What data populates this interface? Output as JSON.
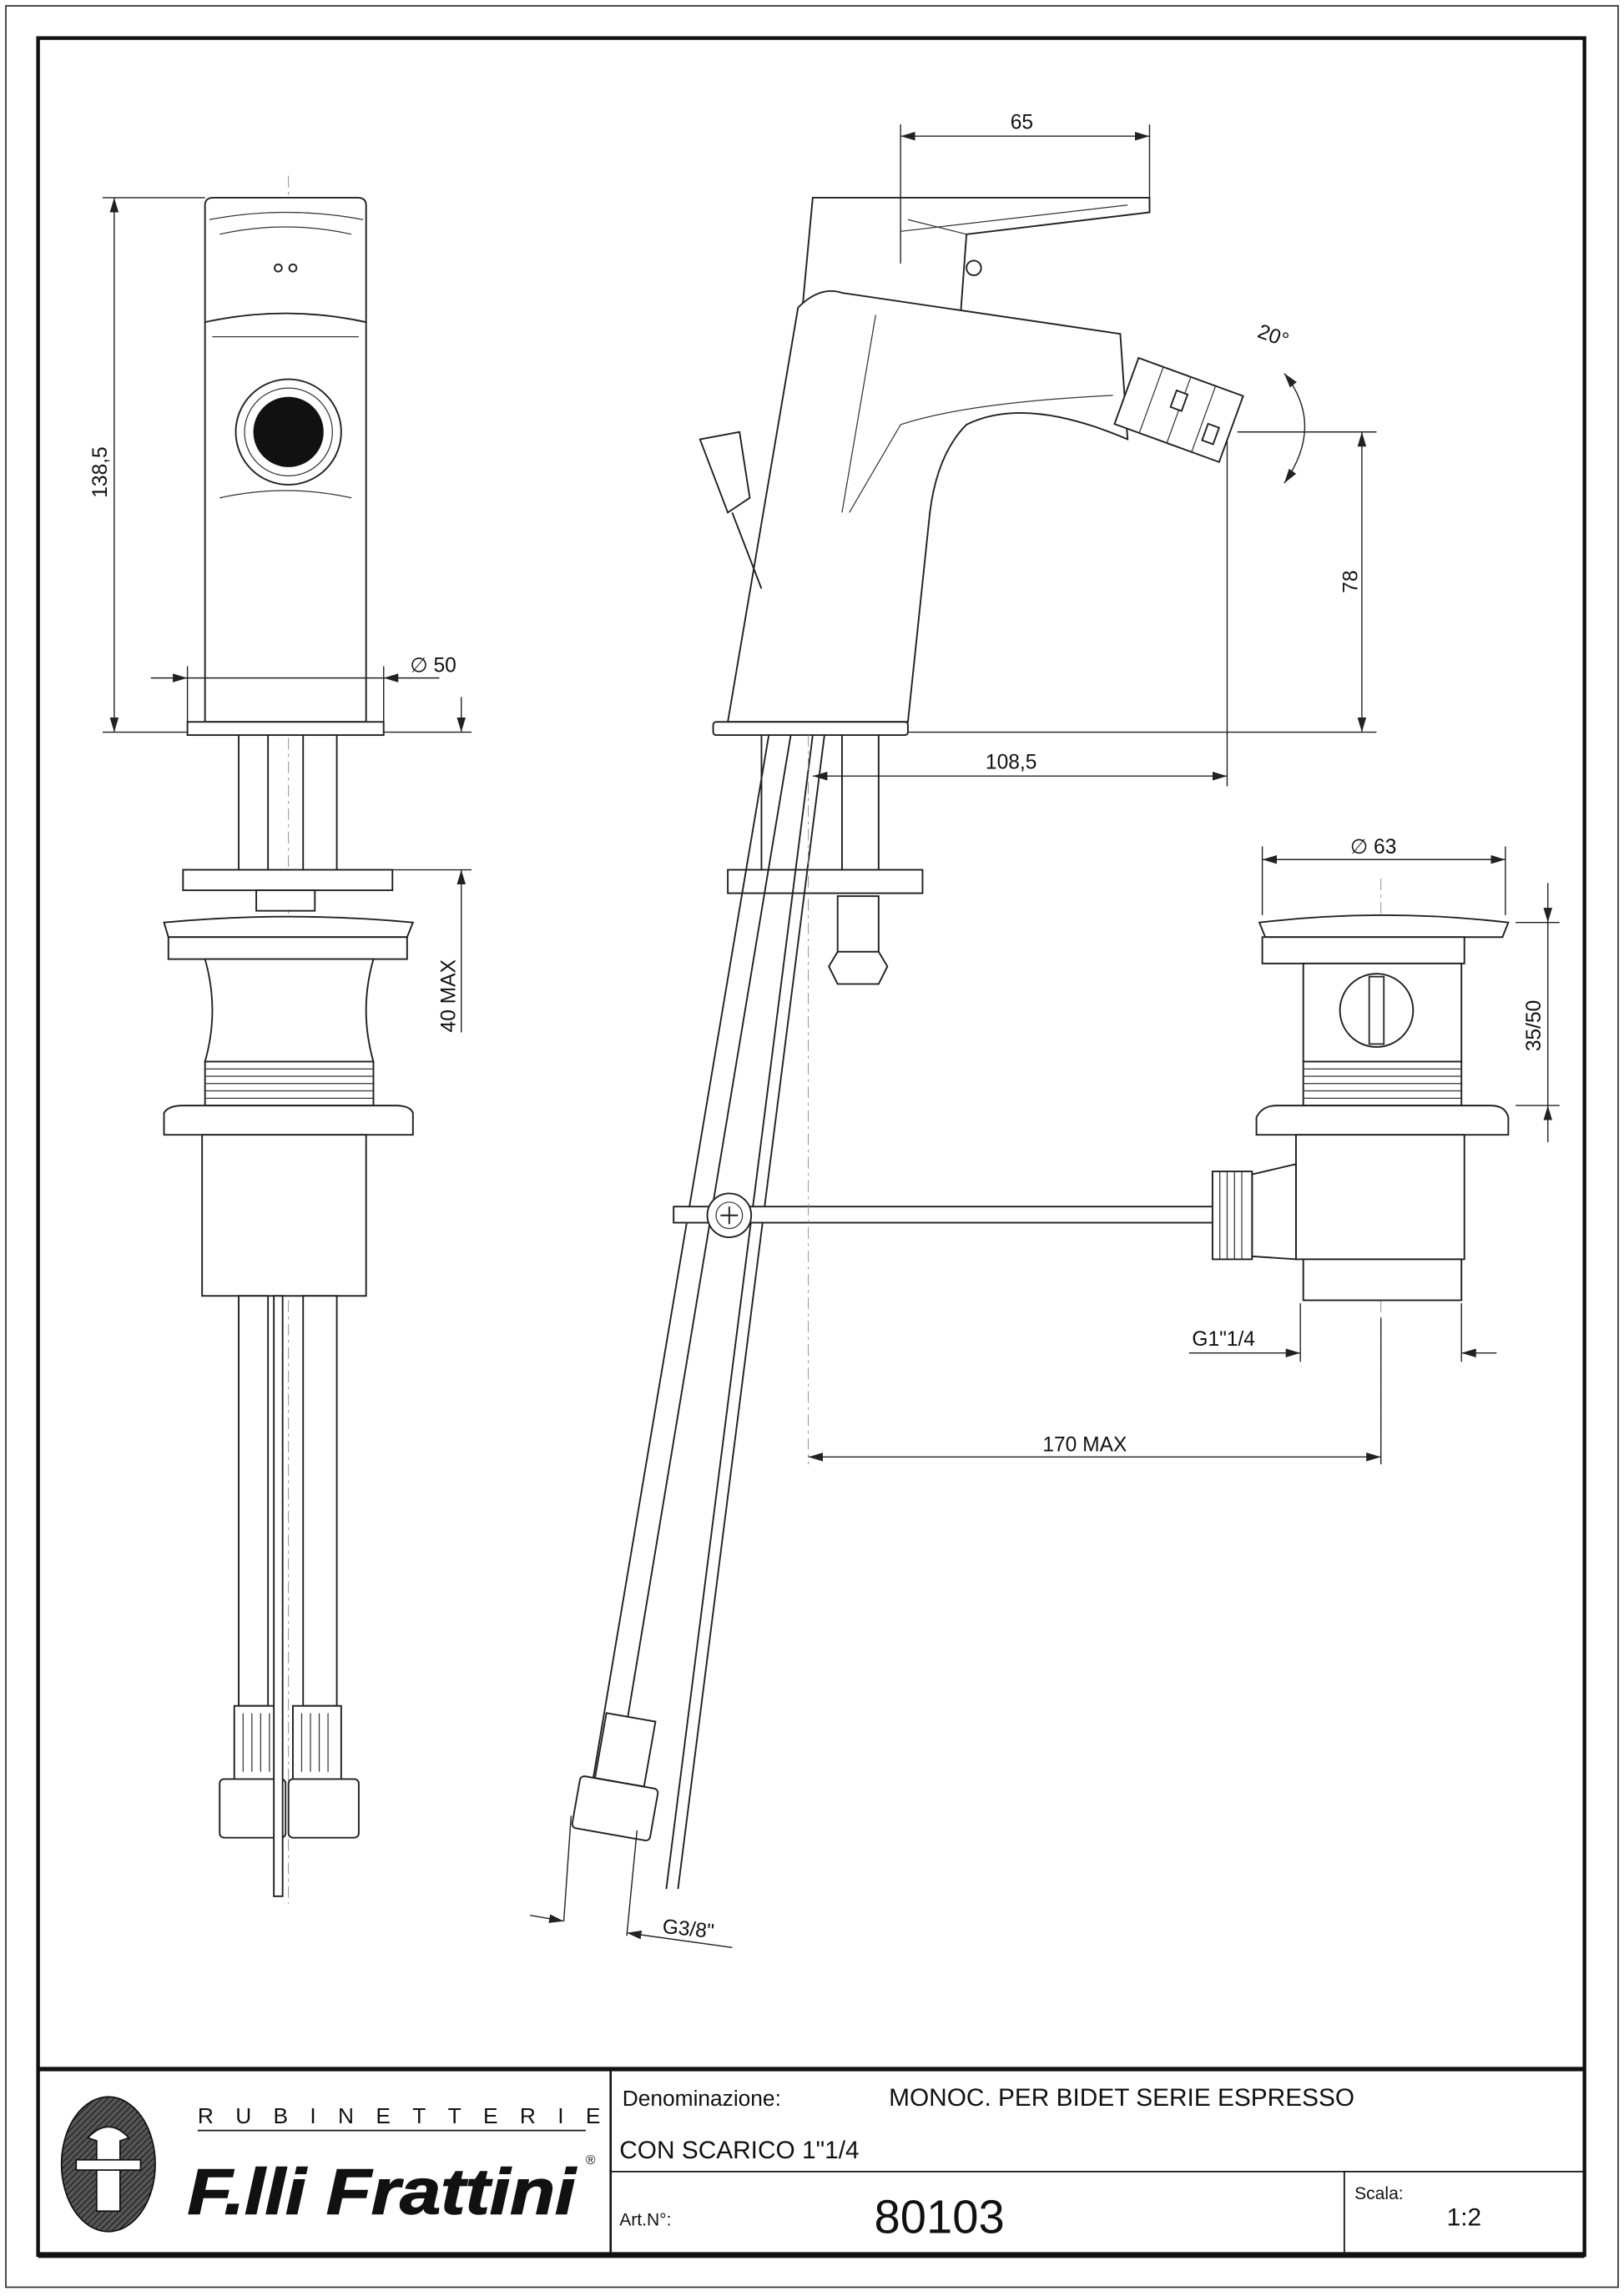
{
  "drawing": {
    "dimensions": {
      "handle_width": "65",
      "total_height": "138,5",
      "base_diameter": "∅ 50",
      "nozzle_angle": "20°",
      "spout_height": "78",
      "spout_reach": "108,5",
      "drain_diameter": "∅ 63",
      "max_deck_thickness": "40 MAX",
      "drain_height": "35/50",
      "drain_thread": "G1\"1/4",
      "rod_reach": "170 MAX",
      "hose_thread": "G3/8\""
    }
  },
  "title_block": {
    "brand_tagline": "RUBINETTERIE",
    "brand_name": "F.lli Frattini",
    "registered_mark": "®",
    "denomination_label": "Denominazione:",
    "denomination_line1": "MONOC. PER BIDET SERIE ESPRESSO",
    "denomination_line2": "CON SCARICO 1\"1/4",
    "article_label": "Art.N°:",
    "article_number": "80103",
    "scale_label": "Scala:",
    "scale_value": "1:2"
  }
}
